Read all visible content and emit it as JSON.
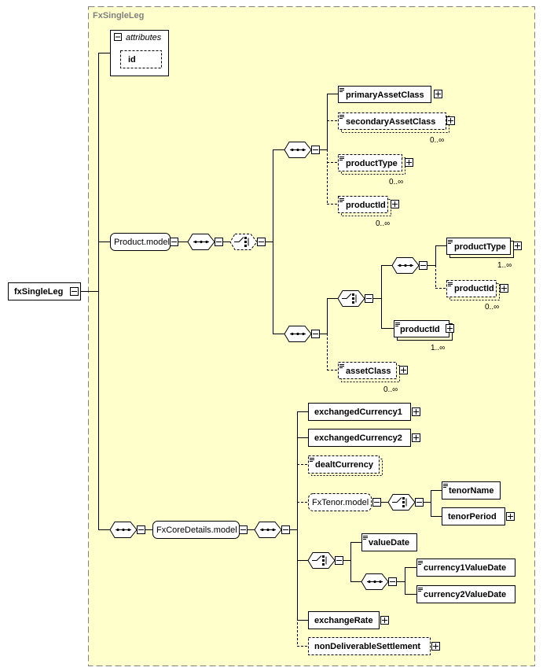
{
  "complex_type": {
    "label": "FxSingleLeg"
  },
  "root": {
    "label": "fxSingleLeg"
  },
  "attributes": {
    "title": "attributes",
    "items": [
      "id"
    ]
  },
  "groups": {
    "product_model": "Product.model",
    "core_details": "FxCoreDetails.model",
    "tenor_model": "FxTenor.model"
  },
  "elements": {
    "primaryAssetClass": "primaryAssetClass",
    "secondaryAssetClass": "secondaryAssetClass",
    "productType_a": "productType",
    "productId_a": "productId",
    "productType_b": "productType",
    "productId_b": "productId",
    "productId_c": "productId",
    "assetClass": "assetClass",
    "exchangedCurrency1": "exchangedCurrency1",
    "exchangedCurrency2": "exchangedCurrency2",
    "dealtCurrency": "dealtCurrency",
    "tenorName": "tenorName",
    "tenorPeriod": "tenorPeriod",
    "valueDate": "valueDate",
    "currency1ValueDate": "currency1ValueDate",
    "currency2ValueDate": "currency2ValueDate",
    "exchangeRate": "exchangeRate",
    "nonDeliverableSettlement": "nonDeliverableSettlement"
  },
  "cardinality": {
    "secondaryAssetClass": "0..∞",
    "productType_a": "0..∞",
    "productId_a": "0..∞",
    "productType_b": "1..∞",
    "productId_b": "0..∞",
    "productId_c": "1..∞",
    "assetClass": "0..∞"
  },
  "colors": {
    "background": "#ffffcc",
    "border": "#808080",
    "line": "#000000",
    "box": "#ffffff"
  }
}
